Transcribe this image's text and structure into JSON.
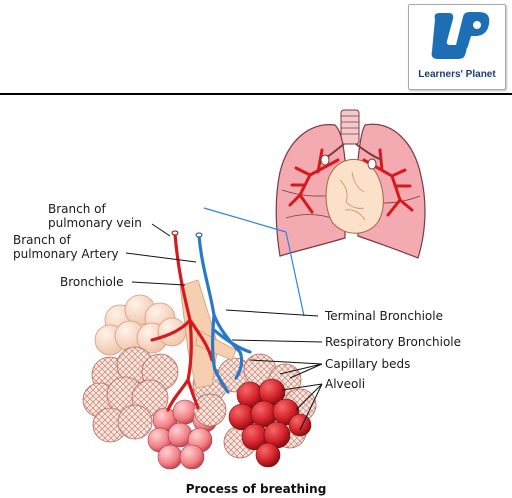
{
  "logo": {
    "brand": "Learners' Planet",
    "mark": "LP",
    "accent": "#1c6fb5"
  },
  "labels": {
    "pulmonary_vein_line1": "Branch of",
    "pulmonary_vein_line2": "pulmonary vein",
    "pulmonary_artery_line1": "Branch of",
    "pulmonary_artery_line2": "pulmonary Artery",
    "bronchiole": "Bronchiole",
    "terminal_bronchiole": "Terminal Bronchiole",
    "respiratory_bronchiole": "Respiratory Bronchiole",
    "capillary_beds": "Capillary beds",
    "alveoli": "Alveoli"
  },
  "caption": "Process of breathing",
  "colors": {
    "vein_red": "#d7191c",
    "artery_blue": "#2a79c9",
    "lung_pink": "#f3aab0",
    "alveoli_red": "#d8262e",
    "callout_blue": "#2e86d8"
  }
}
